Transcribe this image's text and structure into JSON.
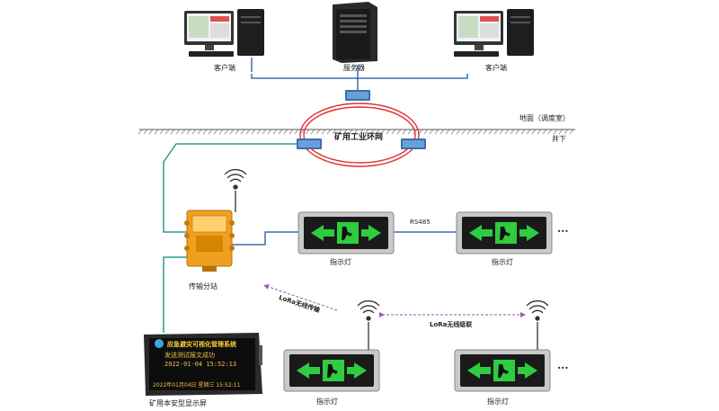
{
  "labels": {
    "client_left": "客户端",
    "server": "服务器",
    "client_right": "客户端",
    "surface": "地面（调度室）",
    "ring_network": "矿用工业环网",
    "underground": "井下",
    "transmission_substation": "传输分站",
    "rs485": "RS485",
    "indicator_1": "指示灯",
    "indicator_2": "指示灯",
    "indicator_3": "指示灯",
    "indicator_4": "指示灯",
    "lora_transmission": "LoRa无线传输",
    "lora_cascade": "LoRa无线级联",
    "display_screen": "矿用本安型显示屏",
    "ellipsis_1": "···",
    "ellipsis_2": "···"
  },
  "display": {
    "line1": "应急避灾可视化管理系统",
    "line2": "发送测试报文成功",
    "line3": "2022-01-04 15:52:13",
    "line4": "2022年01月04日 星期三 15:52:11"
  },
  "colors": {
    "sign_green": "#2ecc40",
    "ring_red": "#e03030",
    "link_blue": "#3a6fb0",
    "link_teal": "#2a9d8f",
    "box_orange": "#f0a020",
    "lora_purple": "#9b59b6"
  }
}
